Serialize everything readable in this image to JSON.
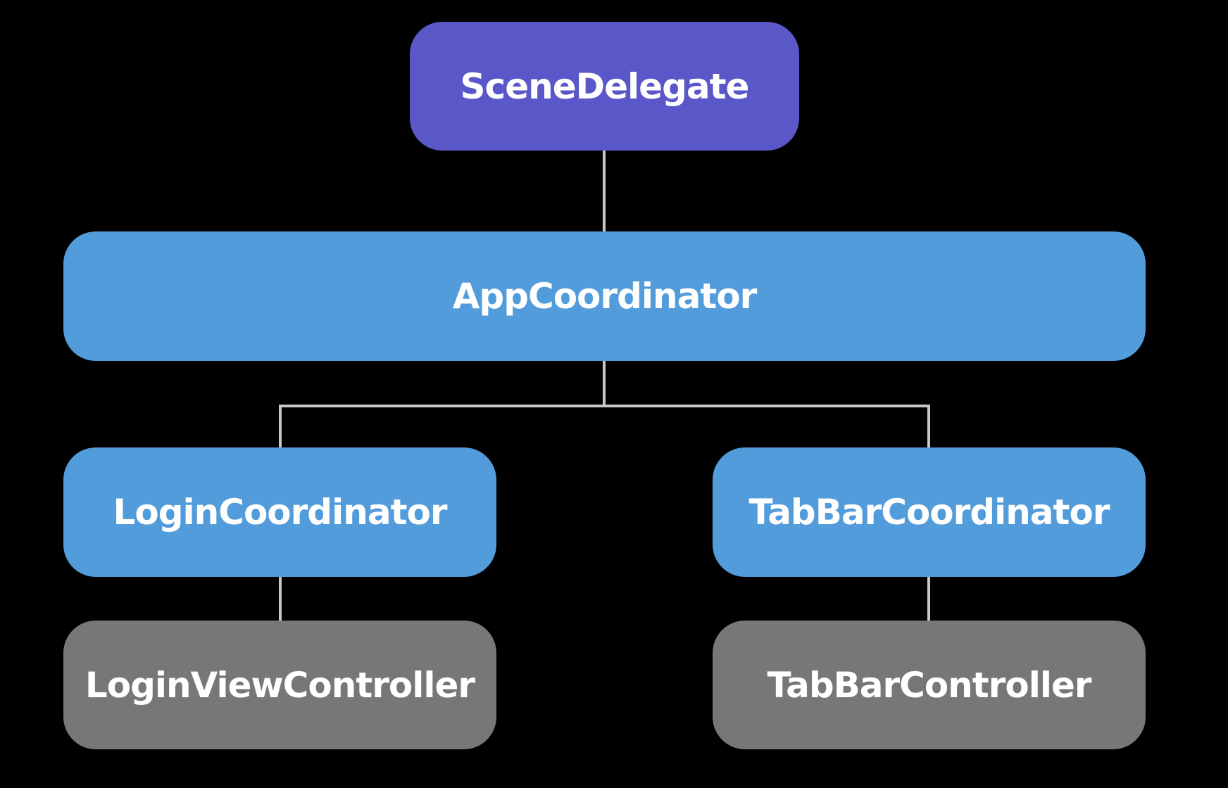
{
  "colors": {
    "background": "#000000",
    "root": "#5a57c9",
    "coordinator": "#539cdb",
    "controller": "#777777",
    "connector": "#c8c8c8",
    "text": "#ffffff"
  },
  "nodes": {
    "scene_delegate": {
      "label": "SceneDelegate",
      "kind": "root"
    },
    "app_coordinator": {
      "label": "AppCoordinator",
      "kind": "coordinator"
    },
    "login_coordinator": {
      "label": "LoginCoordinator",
      "kind": "coordinator"
    },
    "tabbar_coordinator": {
      "label": "TabBarCoordinator",
      "kind": "coordinator"
    },
    "login_view_controller": {
      "label": "LoginViewController",
      "kind": "controller"
    },
    "tabbar_controller": {
      "label": "TabBarController",
      "kind": "controller"
    }
  },
  "edges": [
    {
      "from": "scene_delegate",
      "to": "app_coordinator"
    },
    {
      "from": "app_coordinator",
      "to": "login_coordinator"
    },
    {
      "from": "app_coordinator",
      "to": "tabbar_coordinator"
    },
    {
      "from": "login_coordinator",
      "to": "login_view_controller"
    },
    {
      "from": "tabbar_coordinator",
      "to": "tabbar_controller"
    }
  ]
}
